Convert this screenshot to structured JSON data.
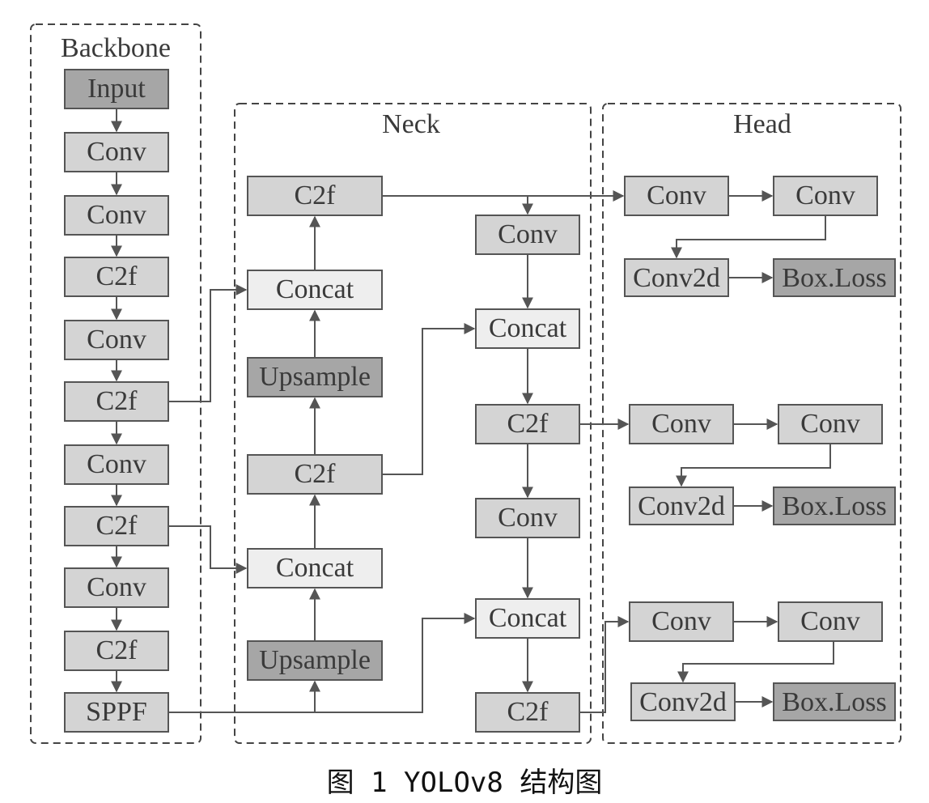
{
  "groups": {
    "backbone": "Backbone",
    "neck": "Neck",
    "head": "Head"
  },
  "backbone": {
    "input": "Input",
    "conv1": "Conv",
    "conv2": "Conv",
    "c2f1": "C2f",
    "conv3": "Conv",
    "c2f2": "C2f",
    "conv4": "Conv",
    "c2f3": "C2f",
    "conv5": "Conv",
    "c2f4": "C2f",
    "sppf": "SPPF"
  },
  "neck": {
    "left": {
      "c2f_top": "C2f",
      "concat_top": "Concat",
      "upsample_top": "Upsample",
      "c2f_mid": "C2f",
      "concat_bottom": "Concat",
      "upsample_bottom": "Upsample"
    },
    "right": {
      "conv_top": "Conv",
      "concat_top": "Concat",
      "c2f_mid": "C2f",
      "conv_mid": "Conv",
      "concat_bottom": "Concat",
      "c2f_bottom": "C2f"
    }
  },
  "head": {
    "branch1": {
      "conv_a": "Conv",
      "conv_b": "Conv",
      "conv2d": "Conv2d",
      "loss": "Box.Loss"
    },
    "branch2": {
      "conv_a": "Conv",
      "conv_b": "Conv",
      "conv2d": "Conv2d",
      "loss": "Box.Loss"
    },
    "branch3": {
      "conv_a": "Conv",
      "conv_b": "Conv",
      "conv2d": "Conv2d",
      "loss": "Box.Loss"
    }
  },
  "caption": "图 1  YOLOv8 结构图",
  "colors": {
    "light_box": "#eeeeee",
    "mid_box": "#d4d4d4",
    "dark_box": "#a6a6a6",
    "stroke": "#555555"
  }
}
